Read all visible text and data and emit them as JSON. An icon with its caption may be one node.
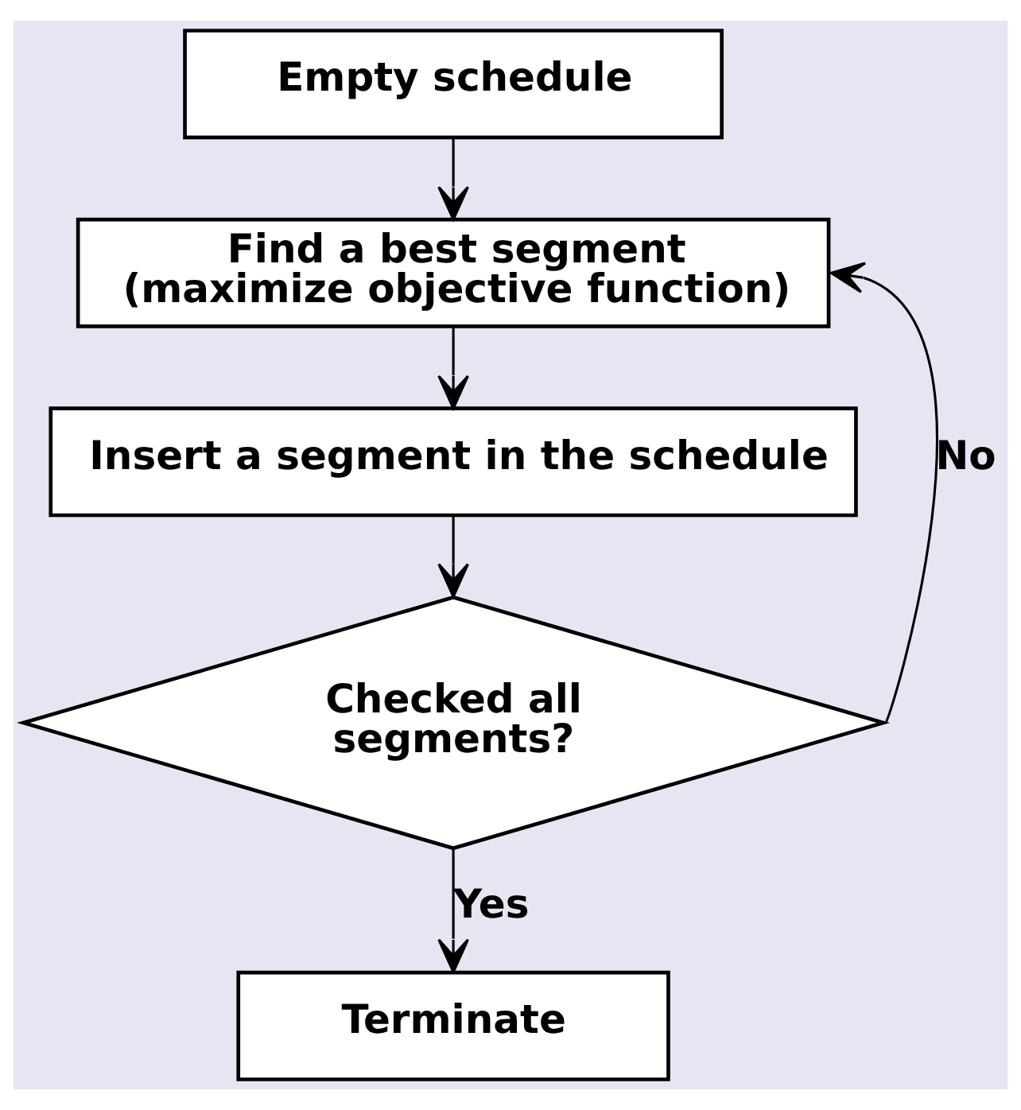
{
  "diagram": {
    "nodes": [
      {
        "text": [
          "Empty schedule"
        ]
      },
      {
        "text": [
          "Find a best segment (maximize objective function)"
        ]
      },
      {
        "text": [
          "Insert a segment in the schedule"
        ]
      },
      {
        "text": [
          "Checked all segments?"
        ]
      },
      {
        "text": [
          "Terminate"
        ]
      }
    ],
    "edges": [
      {
        "from": 0,
        "to": 1,
        "arrow": "to"
      },
      {
        "from": 1,
        "to": 2,
        "arrow": "to"
      },
      {
        "from": 2,
        "to": 3,
        "arrow": "to"
      },
      {
        "from": 3,
        "to": 1,
        "arrow": "to",
        "label": "No"
      },
      {
        "from": 3,
        "to": 4,
        "arrow": "to",
        "label": "Yes"
      }
    ]
  }
}
